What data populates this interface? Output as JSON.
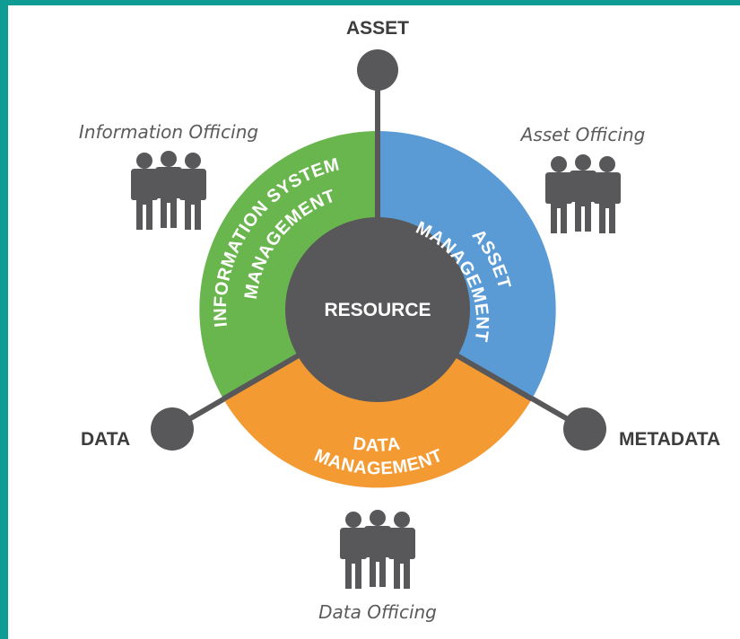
{
  "center": {
    "label": "RESOURCE"
  },
  "nodes": {
    "asset": "ASSET",
    "data": "DATA",
    "metadata": "METADATA"
  },
  "segments": {
    "info_system": {
      "line1": "INFORMATION SYSTEM",
      "line2": "MANAGEMENT"
    },
    "asset": {
      "line1": "ASSET",
      "line2": "MANAGEMENT"
    },
    "data": {
      "line1": "DATA",
      "line2": "MANAGEMENT"
    }
  },
  "offices": {
    "information": "Information Officing",
    "asset": "Asset Officing",
    "data": "Data Officing"
  },
  "colors": {
    "frame": "#0f9c95",
    "green": "#6ab64e",
    "blue": "#5a9bd5",
    "orange": "#f39a33",
    "dark": "#58585a"
  },
  "icons": {
    "people": "people-group-icon"
  }
}
